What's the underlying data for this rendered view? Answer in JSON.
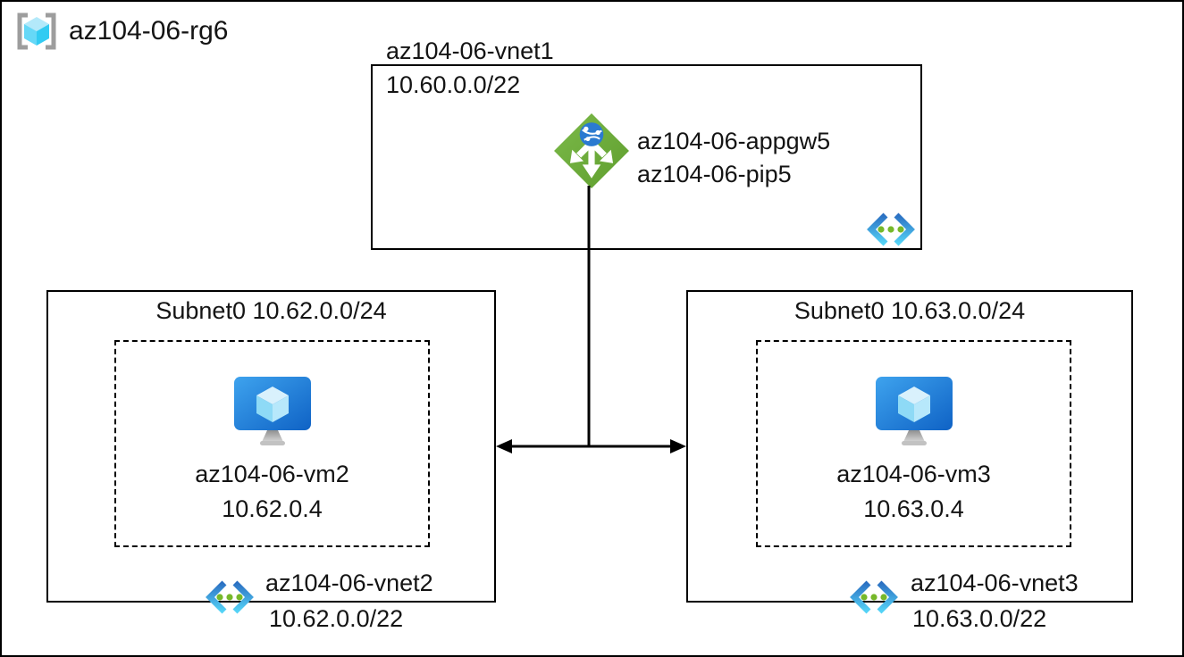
{
  "resource_group": {
    "label": "az104-06-rg6"
  },
  "vnet1": {
    "title": "az104-06-vnet1",
    "cidr": "10.60.0.0/22",
    "appgw_name": "az104-06-appgw5",
    "pip_name": "az104-06-pip5"
  },
  "subnet_left": {
    "title": "Subnet0 10.62.0.0/24",
    "vm_name": "az104-06-vm2",
    "vm_ip": "10.62.0.4",
    "vnet_name": "az104-06-vnet2",
    "vnet_cidr": "10.62.0.0/22"
  },
  "subnet_right": {
    "title": "Subnet0 10.63.0.0/24",
    "vm_name": "az104-06-vm3",
    "vm_ip": "10.63.0.4",
    "vnet_name": "az104-06-vnet3",
    "vnet_cidr": "10.63.0.0/22"
  },
  "icons": {
    "resource-group-icon": "gray-brackets-with-cyan-cube",
    "application-gateway-icon": "green-diamond-three-white-arrows-blue-globe",
    "virtual-machine-icon": "blue-monitor-with-cyan-cube-and-gray-stand",
    "virtual-network-icon": "blue-cyan-chevrons-with-three-green-dots"
  },
  "colors": {
    "appgw_green": "#6faf3d",
    "globe_blue": "#2b7ad0",
    "vm_blue_top": "#3ea3ee",
    "vm_blue_bottom": "#0f62c5",
    "vnet_chevron_top": "#2b6fc2",
    "vnet_chevron_bottom": "#55d4f7",
    "dot_green": "#76b82a",
    "cube_cyan": "#32cbf2",
    "bracket_gray": "#9d9d9d",
    "line_black": "#000000"
  }
}
